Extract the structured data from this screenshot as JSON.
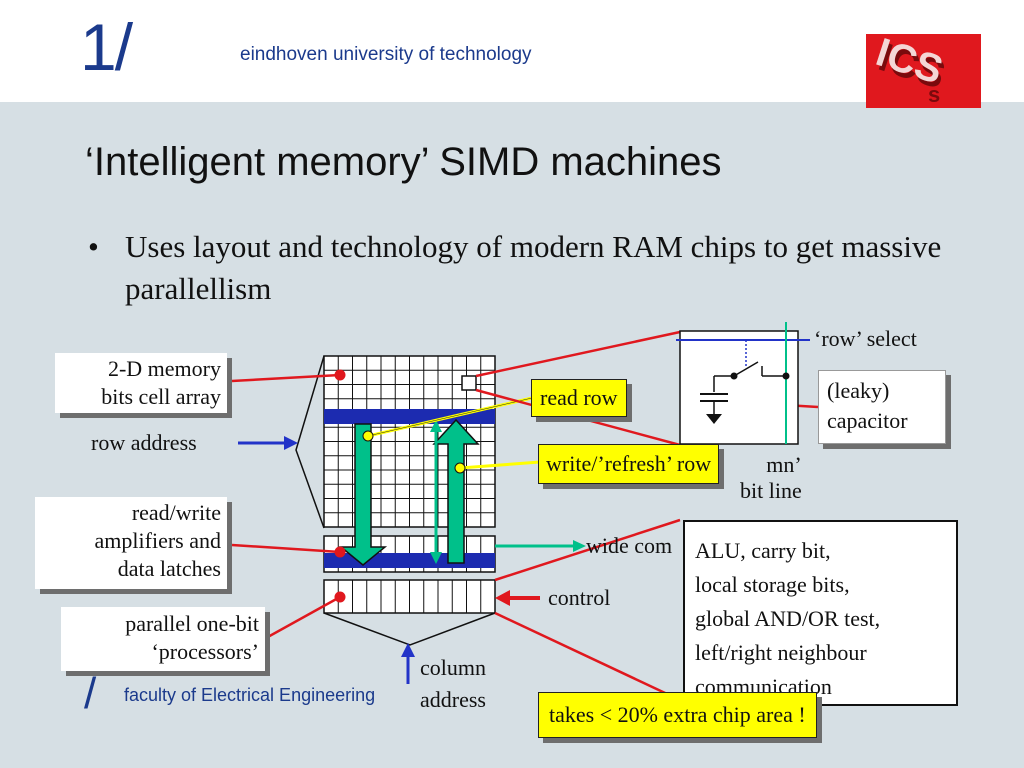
{
  "header": {
    "logo_mark": "1/",
    "university": "eindhoven university of technology",
    "ics_logo_text": "ICS"
  },
  "slide": {
    "title": "‘Intelligent memory’ SIMD machines",
    "bullet_symbol": "•",
    "bullet_text": "Uses layout and technology of modern RAM chips to get massive parallellism"
  },
  "diagram": {
    "labels": {
      "memory_array": [
        "2-D memory",
        "bits cell array"
      ],
      "row_address": "row address",
      "amplifiers": [
        "read/write",
        "amplifiers and",
        "data latches"
      ],
      "processors": [
        "parallel one-bit",
        "‘processors’"
      ],
      "column_address": [
        "column",
        "address"
      ],
      "control": "control",
      "read_row": "read row",
      "write_refresh_row": "write/’refresh’ row",
      "row_select": "‘row’ select",
      "capacitor": [
        "(leaky)",
        "capacitor"
      ],
      "column_bitline_partial": [
        "mn’",
        "bit line"
      ],
      "wide_comm_overlap": "wide com",
      "alu": [
        "ALU, carry bit,",
        "local storage bits,",
        "global AND/OR test,",
        "left/right neighbour",
        "communication"
      ],
      "chip_area": "takes < 20% extra chip area !"
    }
  },
  "footer": {
    "slash": "/",
    "faculty": "faculty of Electrical Engineering"
  },
  "colors": {
    "accent_blue": "#1b3a8c",
    "background": "#d6dfe4",
    "highlight_yellow": "#ffff00",
    "arrow_green": "#00c08a",
    "row_band_blue": "#1c2bb0",
    "connector_red": "#e0181e"
  }
}
